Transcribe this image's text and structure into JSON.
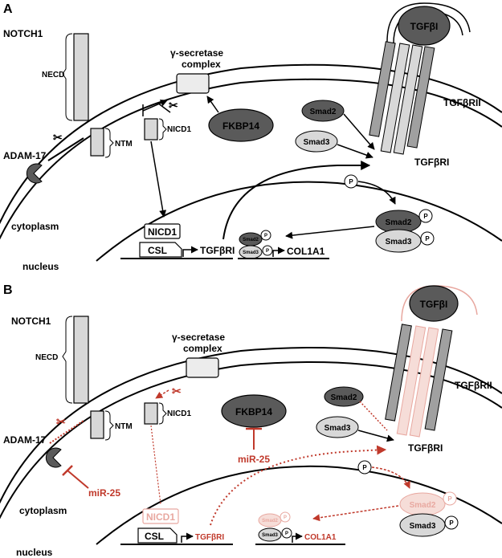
{
  "panels": {
    "a": {
      "label": "A",
      "notch": "NOTCH1",
      "necd": "NECD",
      "ntm": "NTM",
      "adam": "ADAM-17",
      "cytoplasm": "cytoplasm",
      "nucleus": "nucleus",
      "gamma_line1": "γ-secretase",
      "gamma_line2": "complex",
      "nicd1": "NICD1",
      "fkbp": "FKBP14",
      "tgfbi": "TGFβI",
      "tgfbrii": "TGFβRII",
      "tgfbri_cell": "TGFβRI",
      "smad2": "Smad2",
      "smad3": "Smad3",
      "p": "P",
      "nicd1_box": "NICD1",
      "csl": "CSL",
      "tgfbri_gene": "TGFβRI",
      "col1a1": "COL1A1"
    },
    "b": {
      "label": "B",
      "notch": "NOTCH1",
      "necd": "NECD",
      "ntm": "NTM",
      "adam": "ADAM-17",
      "cytoplasm": "cytoplasm",
      "nucleus": "nucleus",
      "gamma_line1": "γ-secretase",
      "gamma_line2": "complex",
      "nicd1": "NICD1",
      "fkbp": "FKBP14",
      "mir25_a": "miR-25",
      "mir25_b": "miR-25",
      "tgfbi": "TGFβI",
      "tgfbrii": "TGFβRII",
      "tgfbri_cell": "TGFβRI",
      "smad2": "Smad2",
      "smad3": "Smad3",
      "p": "P",
      "nicd1_box": "NICD1",
      "csl": "CSL",
      "tgfbri_gene": "TGFβRI",
      "col1a1": "COL1A1"
    }
  },
  "colors": {
    "inhibition_red": "#c0392b",
    "faded_red": "#e8a8a0",
    "dark_gray": "#5a5a5a",
    "mid_gray": "#a0a0a0",
    "light_gray": "#d8d8d8"
  }
}
